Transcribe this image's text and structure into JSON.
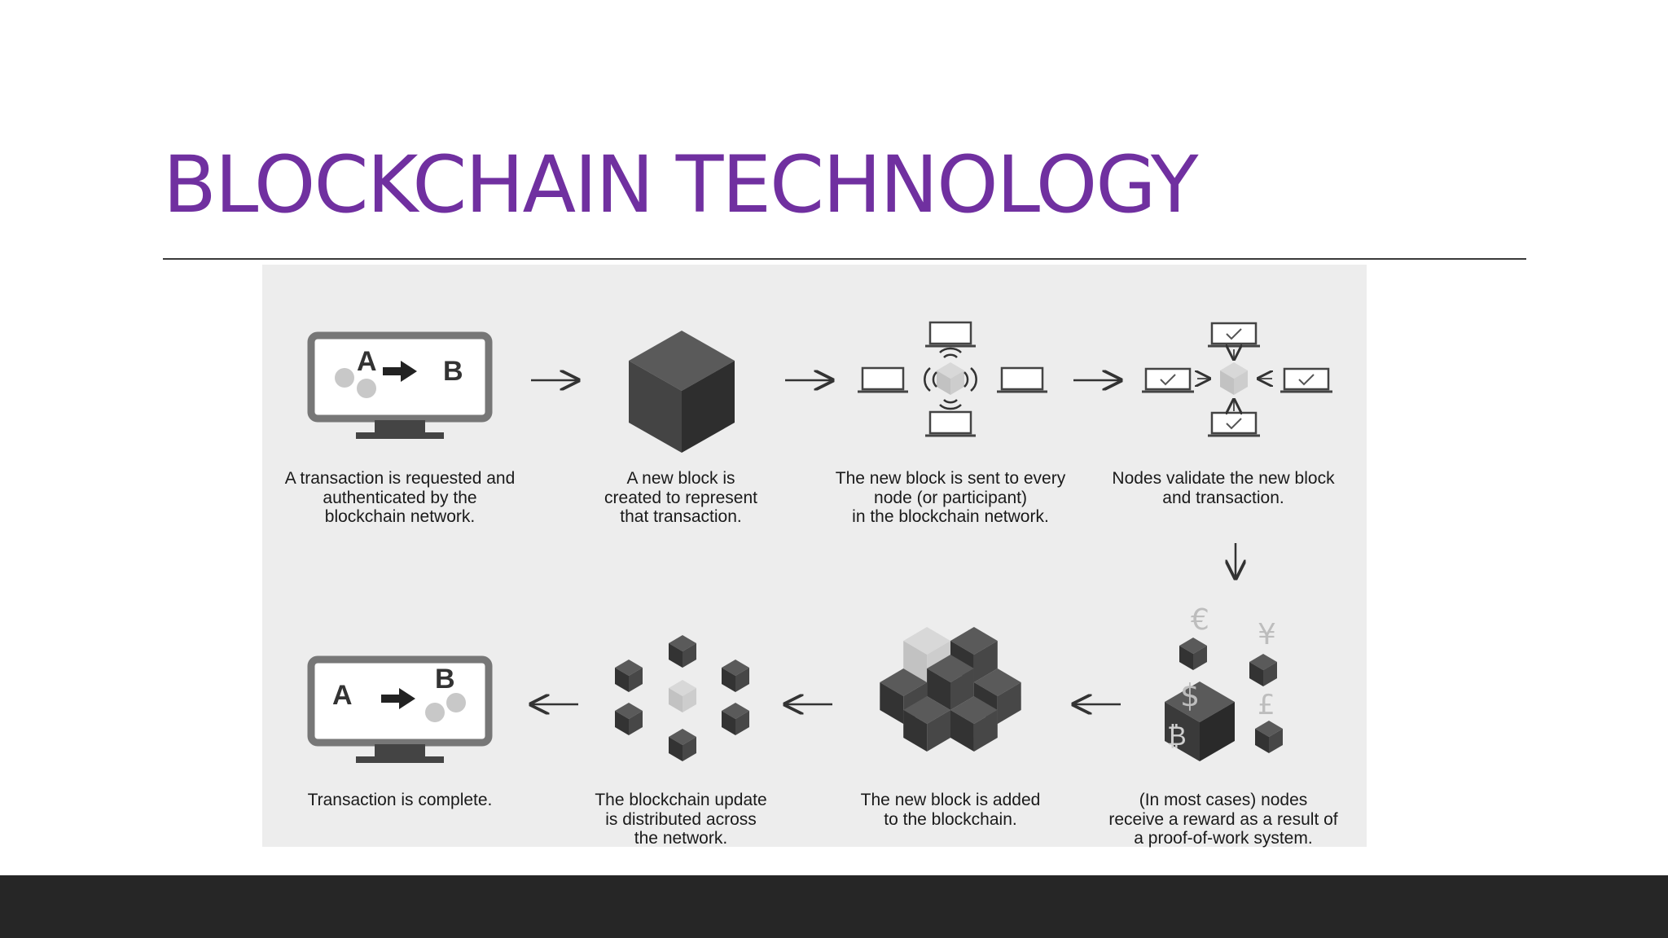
{
  "slide": {
    "title": "BLOCKCHAIN TECHNOLOGY",
    "colors": {
      "title": "#7030a0",
      "rule": "#3a3a3a",
      "diagram_background": "#ededed",
      "footer": "#262626",
      "block_dark": "#3c3c3c",
      "block_light": "#cfcfcf"
    }
  },
  "diagram": {
    "icons": {
      "monitor_1": {
        "left_letter": "A",
        "right_letter": "B"
      },
      "monitor_2": {
        "left_letter": "A",
        "right_letter": "B"
      },
      "currency_symbols": [
        "€",
        "¥",
        "$",
        "£",
        "₿"
      ]
    },
    "steps": [
      {
        "icon": "monitor-transaction-icon",
        "caption": "A transaction is requested and\nauthenticated by the\nblockchain network."
      },
      {
        "icon": "new-block-icon",
        "caption": "A new block is\ncreated to represent\nthat transaction."
      },
      {
        "icon": "broadcast-nodes-icon",
        "caption": "The new block is sent to every\nnode (or participant)\nin the blockchain network."
      },
      {
        "icon": "validate-nodes-icon",
        "caption": "Nodes validate the new block\nand transaction."
      },
      {
        "icon": "reward-currency-icon",
        "caption": "(In most cases) nodes\nreceive a reward as a result of\na proof-of-work system."
      },
      {
        "icon": "blockchain-cluster-icon",
        "caption": "The new block is added\nto the blockchain."
      },
      {
        "icon": "distributed-blocks-icon",
        "caption": "The blockchain update\nis distributed across\nthe network."
      },
      {
        "icon": "monitor-complete-icon",
        "caption": "Transaction is complete."
      }
    ]
  }
}
